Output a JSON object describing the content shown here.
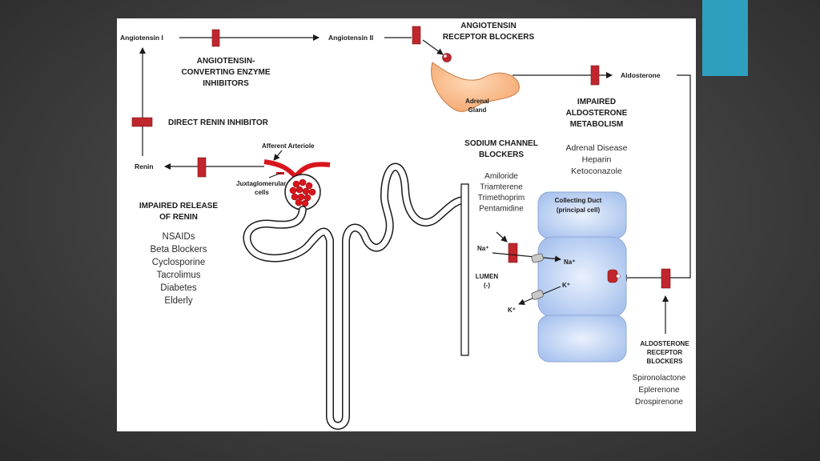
{
  "colors": {
    "background": "#3e3e3e",
    "accent": "#2e9fbf",
    "blocker": "#c0262c",
    "adrenal": "#f6b88c",
    "duct": "#b6cdf2",
    "arteriole": "#d9151c"
  },
  "labels": {
    "angiotensin_i": "Angiotensin I",
    "angiotensin_ii": "Angiotensin II",
    "arb_1": "ANGIOTENSIN",
    "arb_2": "RECEPTOR BLOCKERS",
    "ace_1": "ANGIOTENSIN-",
    "ace_2": "CONVERTING ENZYME",
    "ace_3": "INHIBITORS",
    "direct_renin": "DIRECT RENIN INHIBITOR",
    "renin": "Renin",
    "afferent": "Afferent Arteriole",
    "jg_1": "Juxtaglomerular",
    "jg_2": "cells",
    "adrenal_1": "Adrenal",
    "adrenal_2": "Gland",
    "aldosterone": "Aldosterone",
    "iam_1": "IMPAIRED",
    "iam_2": "ALDOSTERONE",
    "iam_3": "METABOLISM",
    "scb_1": "SODIUM CHANNEL",
    "scb_2": "BLOCKERS",
    "irr_1": "IMPAIRED RELEASE",
    "irr_2": "OF RENIN",
    "collecting_1": "Collecting Duct",
    "collecting_2": "(principal cell)",
    "na_in": "Na⁺",
    "na_out": "Na⁺",
    "k_in": "K⁺",
    "k_out": "K⁺",
    "lumen_1": "LUMEN",
    "lumen_2": "(-)",
    "arb2_1": "ALDOSTERONE",
    "arb2_2": "RECEPTOR",
    "arb2_3": "BLOCKERS"
  },
  "lists": {
    "impaired_renin": [
      "NSAIDs",
      "Beta Blockers",
      "Cyclosporine",
      "Tacrolimus",
      "Diabetes",
      "Elderly"
    ],
    "aldosterone_metabolism": [
      "Adrenal Disease",
      "Heparin",
      "Ketoconazole"
    ],
    "sodium_channel": [
      "Amiloride",
      "Triamterene",
      "Trimethoprim",
      "Pentamidine"
    ],
    "aldosterone_receptor": [
      "Spironolactone",
      "Eplerenone",
      "Drospirenone"
    ]
  }
}
